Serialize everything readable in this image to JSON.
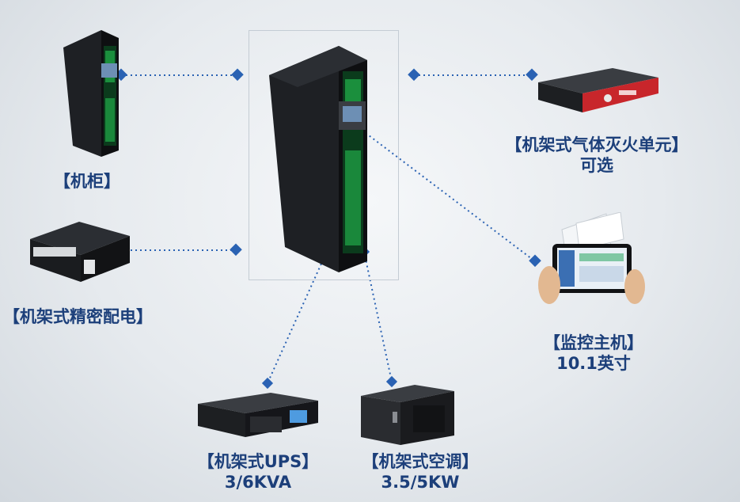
{
  "diagram": {
    "cabinet": {
      "label": "【机柜】"
    },
    "pdu": {
      "label": "【机架式精密配电】"
    },
    "fire_unit": {
      "label": "【机架式气体灭火单元】",
      "note": "可选"
    },
    "monitor": {
      "label": "【监控主机】",
      "spec": "10.1英寸"
    },
    "ups": {
      "label": "【机架式UPS】",
      "spec": "3/6KVA"
    },
    "ac": {
      "label": "【机架式空调】",
      "spec": "3.5/5KW"
    }
  },
  "colors": {
    "label": "#1c3f7a",
    "connector": "#2a62b3",
    "cabinet": "#1a1c1f",
    "led": "#29d65a",
    "fire_unit": "#c8262b"
  }
}
